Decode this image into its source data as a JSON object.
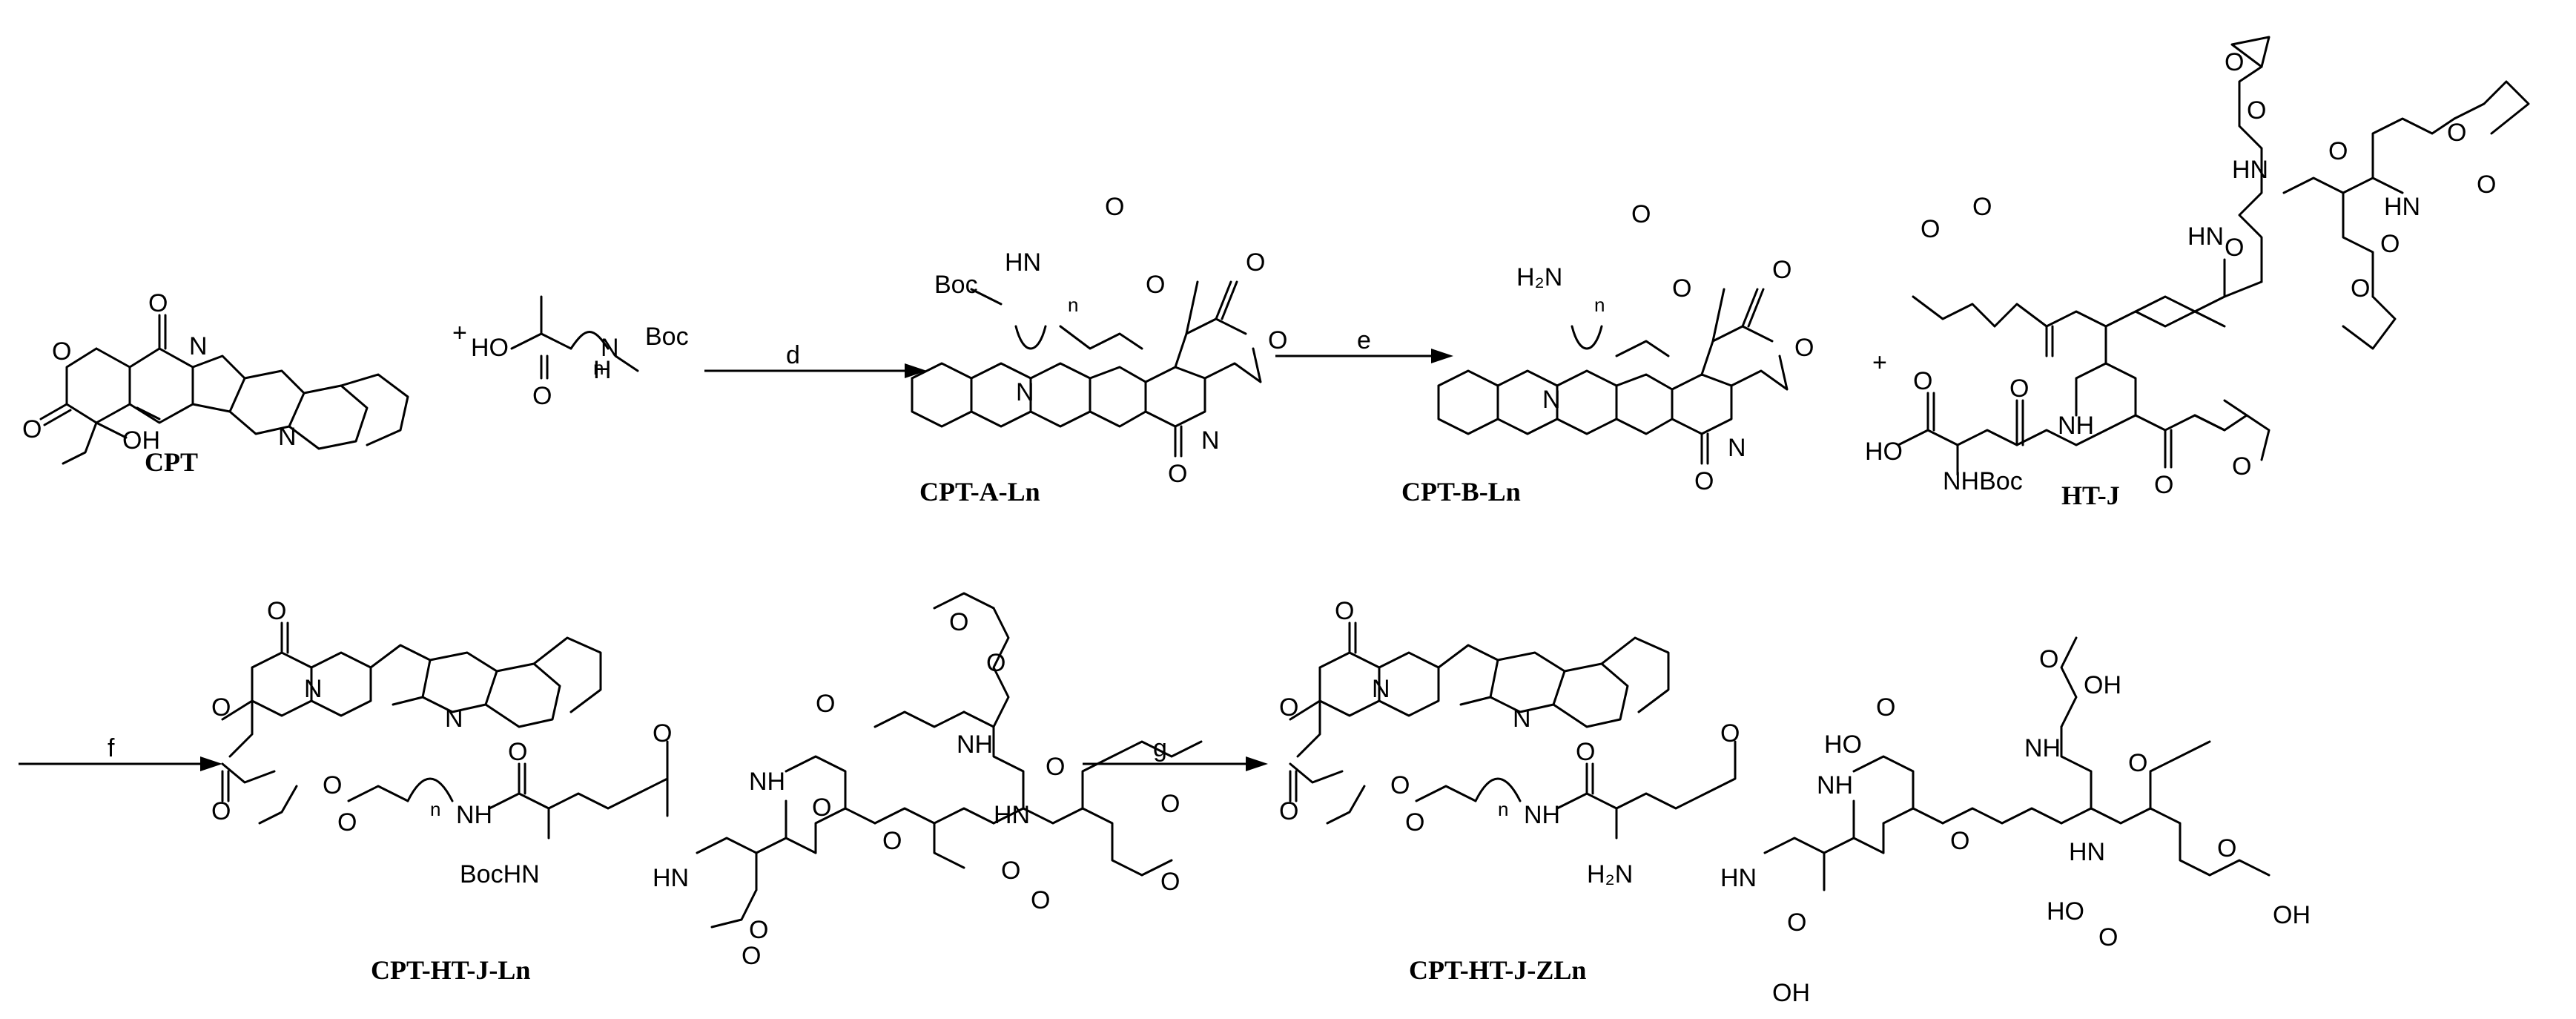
{
  "compounds": {
    "cpt": "CPT",
    "cpt_a_ln": "CPT-A-Ln",
    "cpt_b_ln": "CPT-B-Ln",
    "ht_j": "HT-J",
    "cpt_ht_j_ln": "CPT-HT-J-Ln",
    "cpt_ht_j_zln": "CPT-HT-J-ZLn"
  },
  "reagents": {
    "plus_1": "+",
    "plus_2": "+",
    "linker_boc": "Boc",
    "linker_nh": "N",
    "linker_h": "H",
    "linker_n": "n",
    "linker_ho": "HO"
  },
  "arrows": {
    "d": "d",
    "e": "e",
    "f": "f",
    "g": "g"
  },
  "atom_labels": {
    "o": "O",
    "n": "N",
    "oh": "OH",
    "ho": "HO",
    "nh": "NH",
    "hn": "HN",
    "h2n": "H₂N",
    "boc": "Boc",
    "nhboc": "NHBoc",
    "bochn": "BocHN",
    "sub_n": "n"
  }
}
